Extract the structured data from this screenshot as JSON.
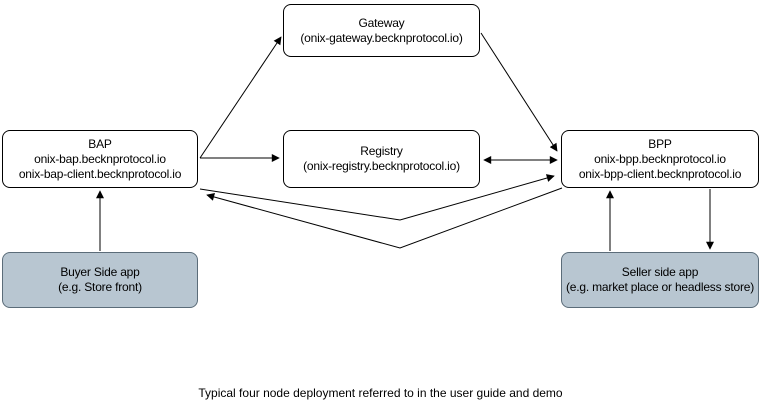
{
  "diagram": {
    "caption": "Typical four node deployment referred to in the user guide and demo",
    "colors": {
      "node_fill": "#ffffff",
      "node_stroke": "#000000",
      "app_fill": "#b8c6d1",
      "app_stroke": "#5b6c79",
      "arrow": "#000000"
    },
    "nodes": {
      "gateway": {
        "lines": [
          "Gateway",
          "(onix-gateway.becknprotocol.io)"
        ]
      },
      "bap": {
        "lines": [
          "BAP",
          "onix-bap.becknprotocol.io",
          "onix-bap-client.becknprotocol.io"
        ]
      },
      "registry": {
        "lines": [
          "Registry",
          "(onix-registry.becknprotocol.io)"
        ]
      },
      "bpp": {
        "lines": [
          "BPP",
          "onix-bpp.becknprotocol.io",
          "onix-bpp-client.becknprotocol.io"
        ]
      },
      "buyer_app": {
        "lines": [
          "Buyer Side app",
          "(e.g. Store front)"
        ]
      },
      "seller_app": {
        "lines": [
          "Seller side app",
          "(e.g. market place or headless store)"
        ]
      }
    }
  }
}
